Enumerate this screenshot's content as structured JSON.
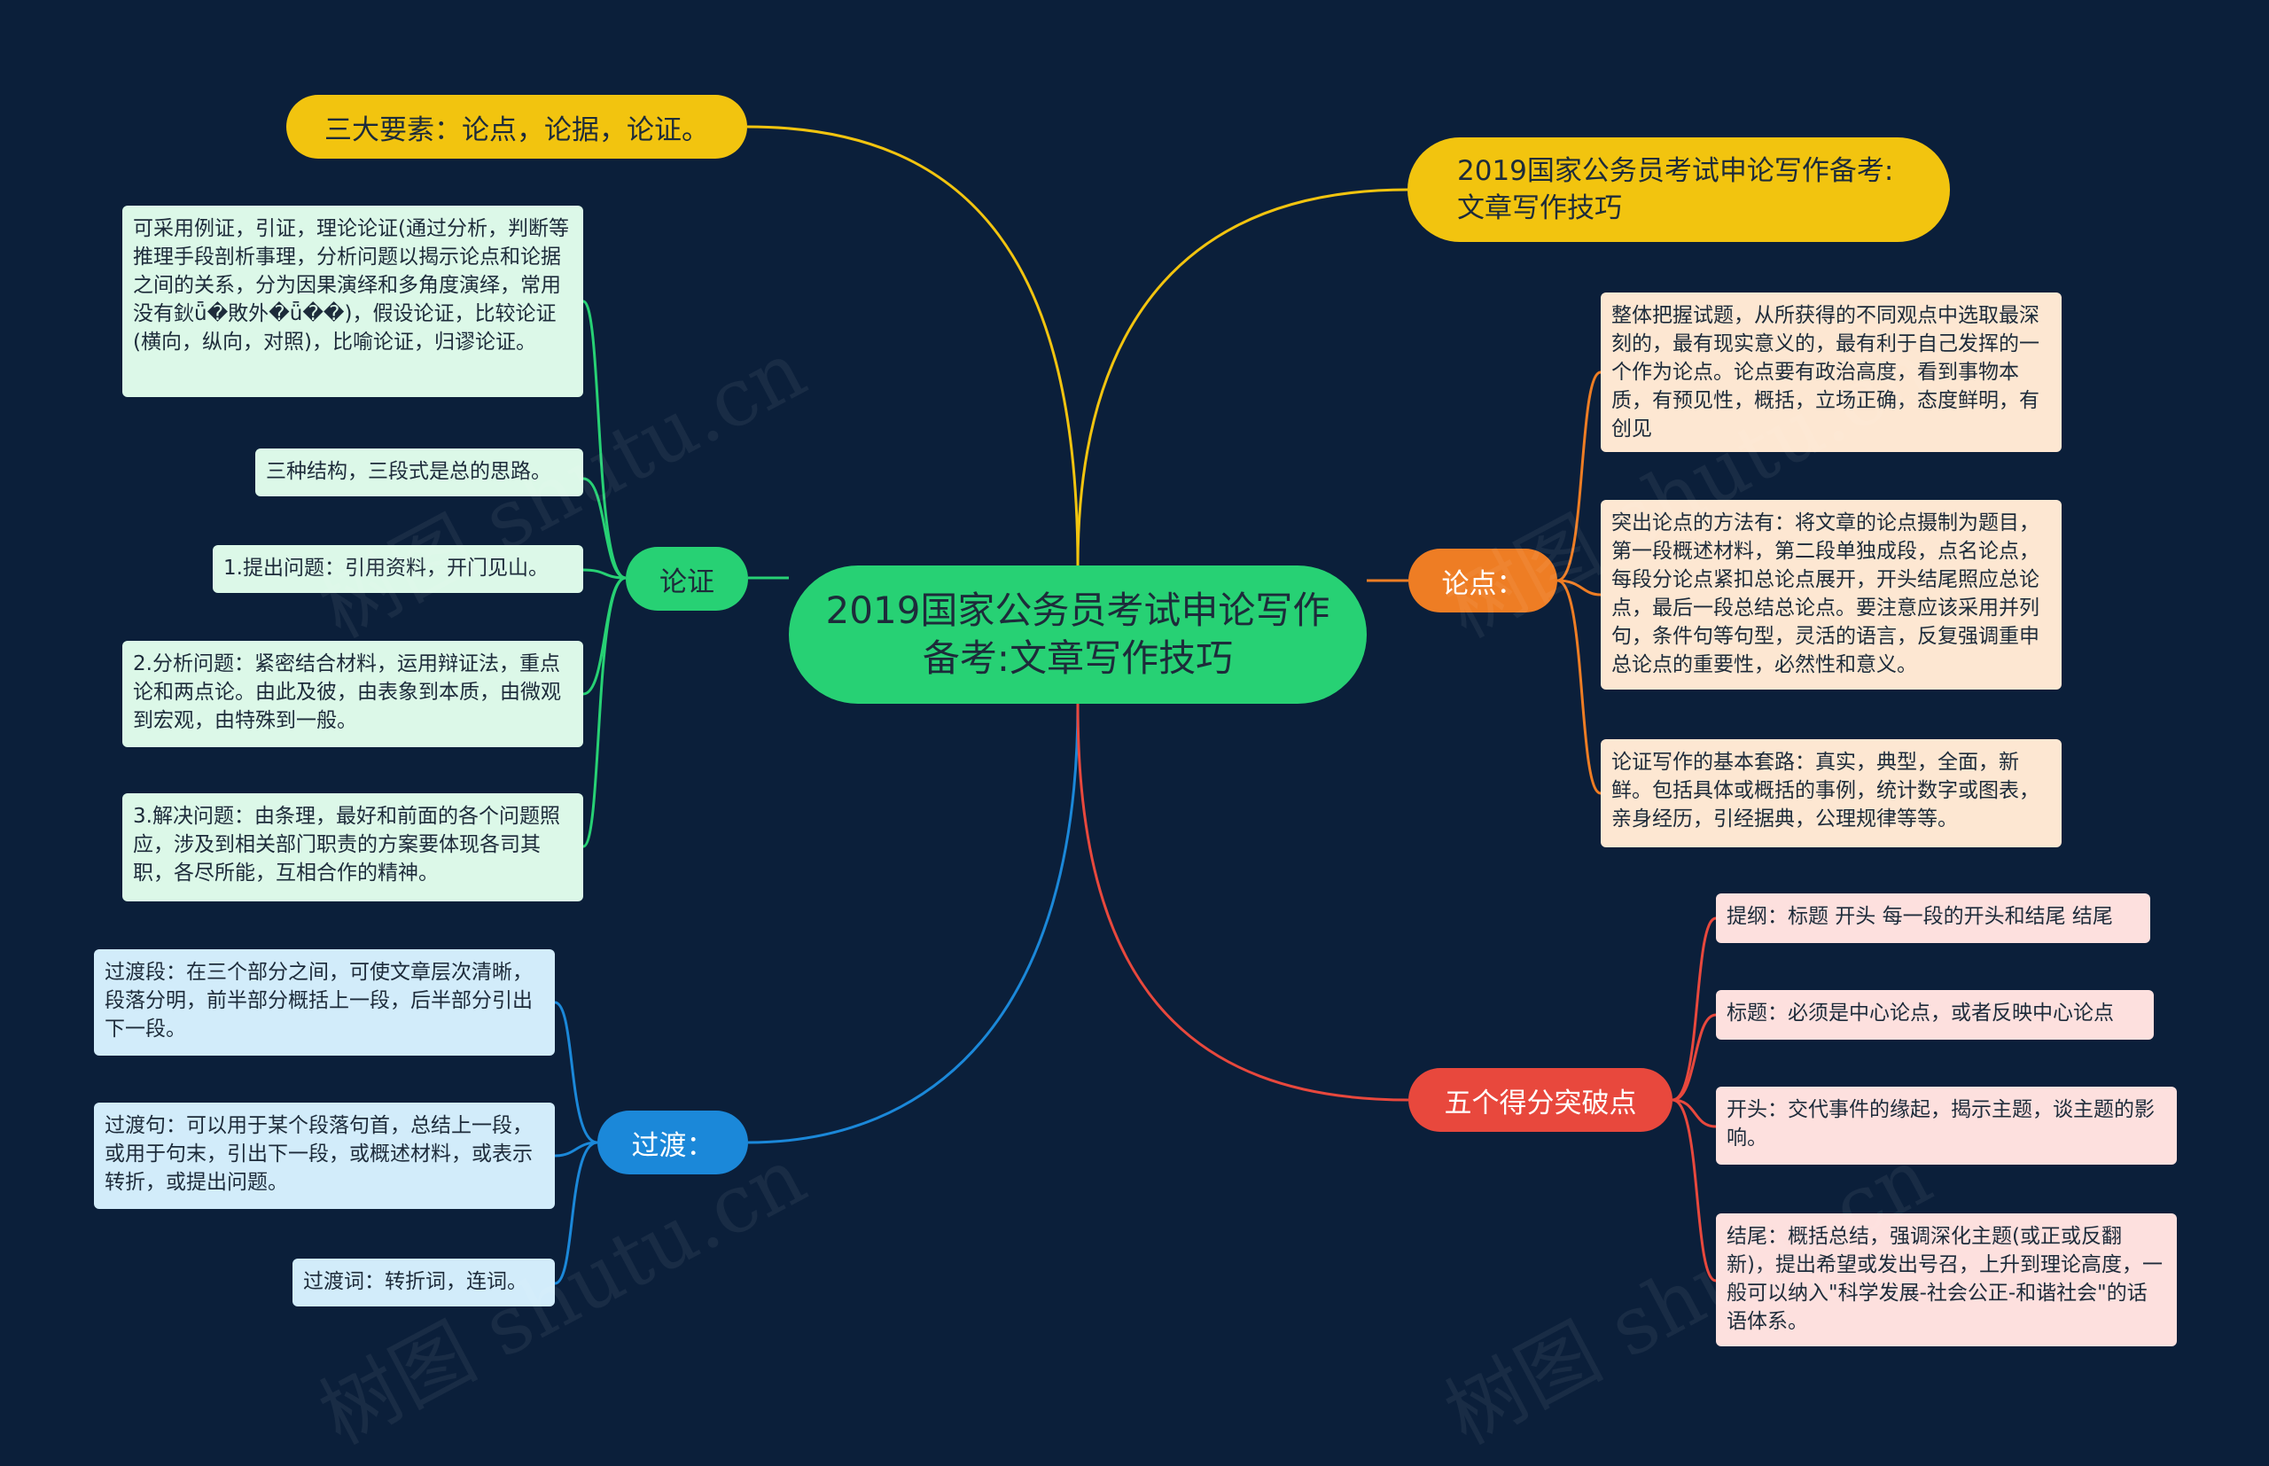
{
  "colors": {
    "background": "#0b1f3a",
    "root": "#27d174",
    "yellow": "#f2c40f",
    "green": "#27d174",
    "orange": "#ee7d24",
    "blue": "#1b88d9",
    "red": "#e8483d"
  },
  "root": {
    "label": "2019国家公务员考试申论写作备考:文章写作技巧"
  },
  "branches": {
    "yellow_top": {
      "label": "三大要素：论点，论据，论证。"
    },
    "yellow_right": {
      "label": "2019国家公务员考试申论写作备考:文章写作技巧"
    },
    "lunzheng": {
      "label": "论证",
      "leaves": [
        "可采用例证，引证，理论论证(通过分析，判断等推理手段剖析事理，分析问题以揭示论点和论据之间的关系，分为因果演绎和多角度演绎，常用没有鈥ǖ�敗外�ǖ��)，假设论证，比较论证(横向，纵向，对照)，比喻论证，归谬论证。",
        "三种结构，三段式是总的思路。",
        "1.提出问题：引用资料，开门见山。",
        "2.分析问题：紧密结合材料，运用辩证法，重点论和两点论。由此及彼，由表象到本质，由微观到宏观，由特殊到一般。",
        "3.解决问题：由条理，最好和前面的各个问题照应，涉及到相关部门职责的方案要体现各司其职，各尽所能，互相合作的精神。"
      ]
    },
    "lundian": {
      "label": "论点：",
      "leaves": [
        "整体把握试题，从所获得的不同观点中选取最深刻的，最有现实意义的，最有利于自己发挥的一个作为论点。论点要有政治高度，看到事物本质，有预见性，概括，立场正确，态度鲜明，有创见",
        "突出论点的方法有：将文章的论点摄制为题目，第一段概述材料，第二段单独成段，点名论点，每段分论点紧扣总论点展开，开头结尾照应总论点，最后一段总结总论点。要注意应该采用并列句，条件句等句型，灵活的语言，反复强调重申总论点的重要性，必然性和意义。",
        "论证写作的基本套路：真实，典型，全面，新鲜。包括具体或概括的事例，统计数字或图表，亲身经历，引经据典，公理规律等等。"
      ]
    },
    "guodu": {
      "label": "过渡：",
      "leaves": [
        "过渡段：在三个部分之间，可使文章层次清晰，段落分明，前半部分概括上一段，后半部分引出下一段。",
        "过渡句：可以用于某个段落句首，总结上一段，或用于句末，引出下一段，或概述材料，或表示转折，或提出问题。",
        "过渡词：转折词，连词。"
      ]
    },
    "defen": {
      "label": "五个得分突破点",
      "leaves": [
        "提纲：标题 开头 每一段的开头和结尾 结尾",
        "标题：必须是中心论点，或者反映中心论点",
        "开头：交代事件的缘起，揭示主题，谈主题的影响。",
        "结尾：概括总结，强调深化主题(或正或反翻新)，提出希望或发出号召，上升到理论高度，一般可以纳入\"科学发展-社会公正-和谐社会\"的话语体系。"
      ]
    }
  }
}
